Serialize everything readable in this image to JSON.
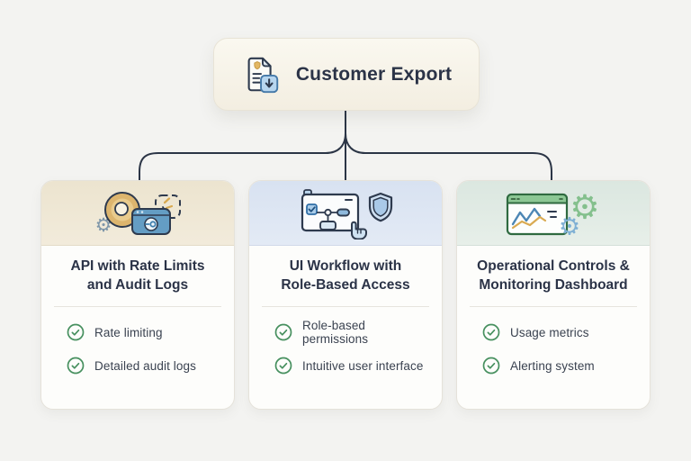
{
  "page": {
    "background": "#f3f3f1"
  },
  "colors": {
    "connector": "#2b3546",
    "title_text": "#2b3347",
    "item_text": "#3a4250",
    "check_green": "#47905f",
    "card_border": "#e5e2da",
    "card_body": "#fdfdfb"
  },
  "root_node": {
    "label": "Customer Export",
    "icon": "document-download-icon",
    "background_top": "#faf8f0",
    "background_bottom": "#f3eee1",
    "border": "#e8e3d6"
  },
  "cards": [
    {
      "id": "api-rate-limits",
      "icon": "api-gauge-icons",
      "title": "API with Rate Limits\nand Audit Logs",
      "items": [
        "Rate limiting",
        "Detailed audit logs"
      ],
      "header_gradient": [
        "#ece4cf",
        "#f2ebdb"
      ]
    },
    {
      "id": "ui-workflow",
      "icon": "workflow-shield-icons",
      "title": "UI Workflow with\nRole-Based Access",
      "items": [
        "Role-based permissions",
        "Intuitive user interface"
      ],
      "header_gradient": [
        "#d8e2f1",
        "#e3eaf5"
      ]
    },
    {
      "id": "operational-controls",
      "icon": "dashboard-gears-icons",
      "title": "Operational Controls &\nMonitoring Dashboard",
      "items": [
        "Usage metrics",
        "Alerting system"
      ],
      "header_gradient": [
        "#dbe7e0",
        "#e7efe9"
      ]
    }
  ]
}
